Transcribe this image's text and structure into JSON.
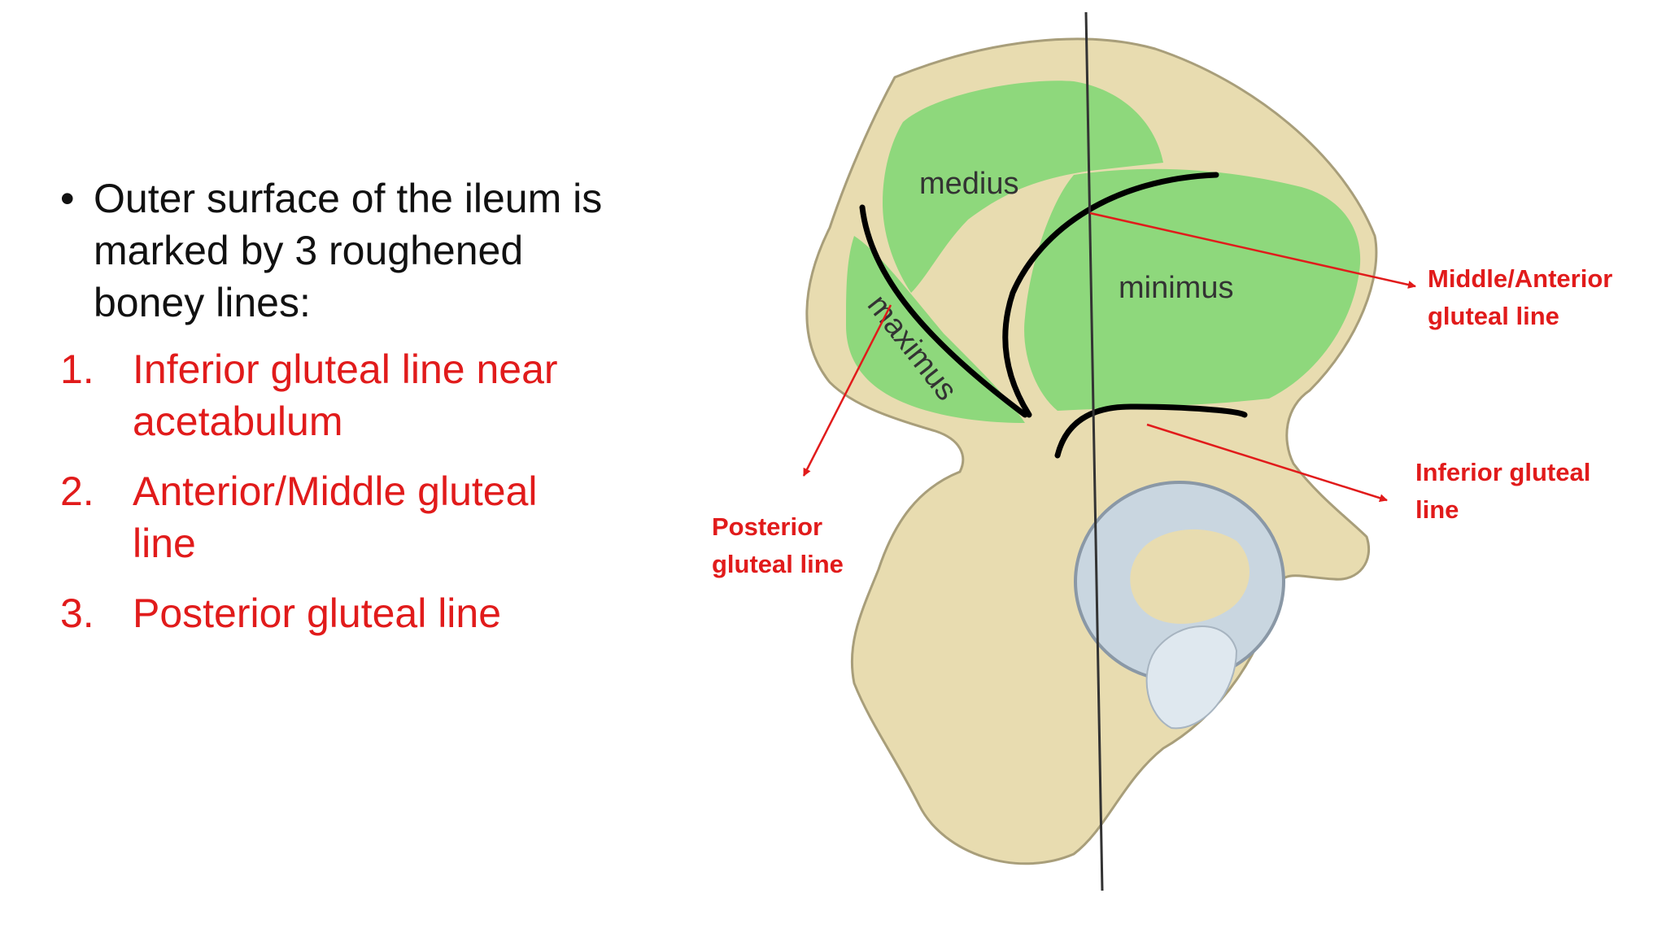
{
  "bullet": {
    "lines": [
      "Outer surface of the ileum is",
      "marked by 3 roughened",
      "boney lines:"
    ]
  },
  "numbered_list": [
    {
      "marker": "1.",
      "lines": [
        "Inferior gluteal line near",
        "acetabulum"
      ]
    },
    {
      "marker": "2.",
      "lines": [
        "Anterior/Middle gluteal",
        "line"
      ]
    },
    {
      "marker": "3.",
      "lines": [
        "Posterior gluteal line"
      ]
    }
  ],
  "diagram": {
    "muscle_labels": {
      "medius": "medius",
      "minimus": "minimus",
      "maximus": "maximus"
    },
    "callouts": {
      "middle_anterior": [
        "Middle/Anterior",
        "gluteal line"
      ],
      "inferior": [
        "Inferior gluteal",
        "line"
      ],
      "posterior": [
        "Posterior",
        "gluteal line"
      ]
    }
  },
  "colors": {
    "accent_red": "#e11b1b",
    "bone": "#e8dcb0",
    "muscle_green": "#8ed87c",
    "acetabulum_blue": "#c9d6e0"
  }
}
